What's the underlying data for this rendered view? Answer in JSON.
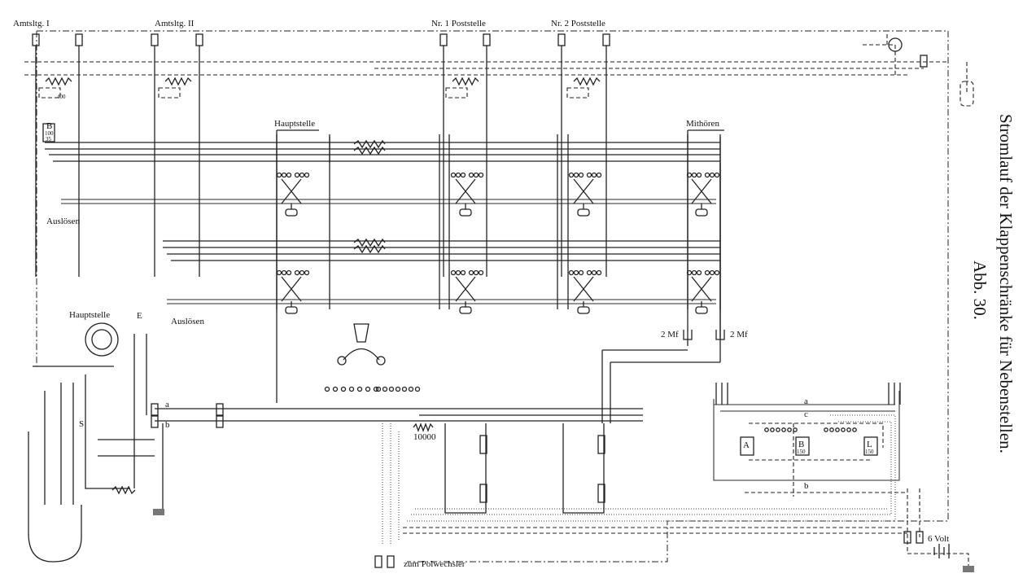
{
  "title": {
    "line1": "Stromlauf der Klappenschränke für Nebenstellen.",
    "line2": "Abb. 30."
  },
  "labels": {
    "amtsltg_1": "Amtsltg. I",
    "amtsltg_2": "Amtsltg. II",
    "poststelle_1": "Nr. 1 Poststelle",
    "poststelle_2": "Nr. 2 Poststelle",
    "hauptstelle_top": "Hauptstelle",
    "mithoeren": "Mithören",
    "ausloesen_1": "Auslösen",
    "ausloesen_2": "Auslösen",
    "hauptstelle_bottom": "Hauptstelle",
    "cap_1": "2 Mf",
    "cap_2": "2 Mf",
    "resistor_10000": "10000",
    "polwechsler": "zum Polwechsler",
    "battery": "6 Volt",
    "wire_a": "a",
    "wire_b": "b",
    "wire_c": "c",
    "terminal_a": "a",
    "terminal_b": "b",
    "relay_A": "A",
    "relay_B": "B",
    "relay_B_ohm": "150",
    "relay_L": "L",
    "relay_L_ohm": "150",
    "drop_400": "400",
    "drop_B": "B",
    "drop_100": "100",
    "drop_35": "35",
    "E": "E",
    "S": "S"
  }
}
